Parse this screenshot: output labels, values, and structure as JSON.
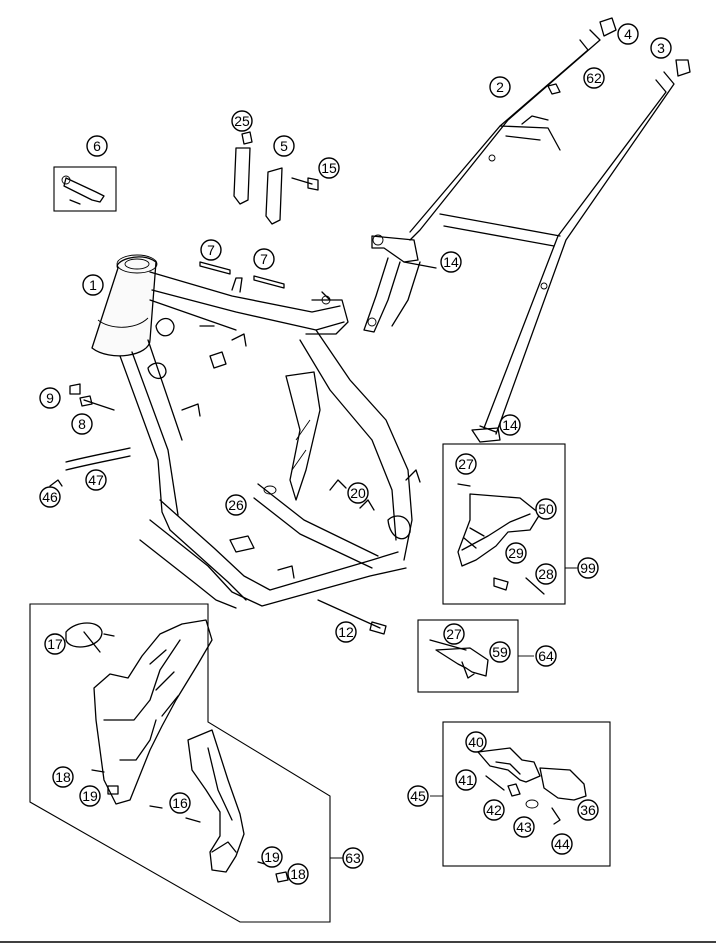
{
  "diagram": {
    "callouts": [
      "1",
      "2",
      "3",
      "4",
      "5",
      "6",
      "7",
      "7",
      "8",
      "9",
      "12",
      "14",
      "14",
      "15",
      "16",
      "17",
      "18",
      "18",
      "19",
      "19",
      "20",
      "25",
      "26",
      "27",
      "27",
      "28",
      "29",
      "36",
      "40",
      "41",
      "42",
      "43",
      "44",
      "45",
      "46",
      "47",
      "50",
      "59",
      "62",
      "63",
      "64",
      "99"
    ]
  }
}
